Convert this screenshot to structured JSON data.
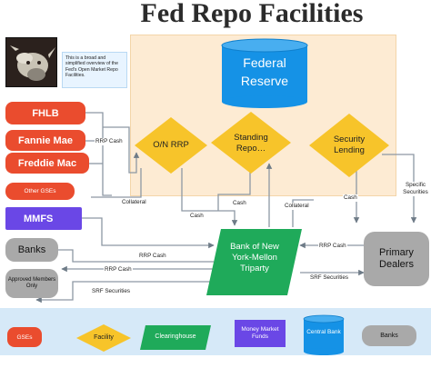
{
  "title": "Fed Repo Facilities",
  "note": "This is a broad and simplified overview of the Fed's Open Market Repo Facilities.",
  "nodes": {
    "federal_reserve": "Federal Reserve",
    "fhlb": "FHLB",
    "fannie_mae": "Fannie Mae",
    "freddie_mac": "Freddie Mac",
    "other_gses": "Other GSEs",
    "mmfs": "MMFS",
    "banks": "Banks",
    "approved_members": "Approved Members Only",
    "on_rrp": "O/N RRP",
    "standing_repo": "Standing Repo…",
    "security_lending": "Security Lending",
    "bny_mellon": "Bank of New York-Mellon Triparty",
    "primary_dealers": "Primary Dealers"
  },
  "edges": {
    "rrp_cash_top": "RRP Cash",
    "collateral_left": "Collateral",
    "cash_mid": "Cash",
    "collateral_mid": "Collateral",
    "cash_right": "Cash",
    "cash_security": "Cash",
    "specific_securities": "Specific Securities",
    "rrp_cash_mmfs": "RRP Cash",
    "rrp_cash_banks": "RRP Cash",
    "srf_securities_banks": "SRF Securities",
    "rrp_cash_dealers": "RRP Cash",
    "srf_securities_dealers": "SRF Securities"
  },
  "legend": {
    "gses": "GSEs",
    "facility": "Facility",
    "clearinghouse": "Clearinghouse",
    "money_market_funds": "Money Market Funds",
    "central_bank": "Central Bank",
    "banks": "Banks"
  },
  "colors": {
    "gse_red": "#ea4c2e",
    "facility_yellow": "#f7c42a",
    "clearinghouse_green": "#1faa5a",
    "mmf_purple": "#6a47e6",
    "central_bank_blue": "#1592e6",
    "bank_gray": "#a9a9a9",
    "fed_area": "#fdebd3",
    "legend_area": "#d6e9f8"
  }
}
